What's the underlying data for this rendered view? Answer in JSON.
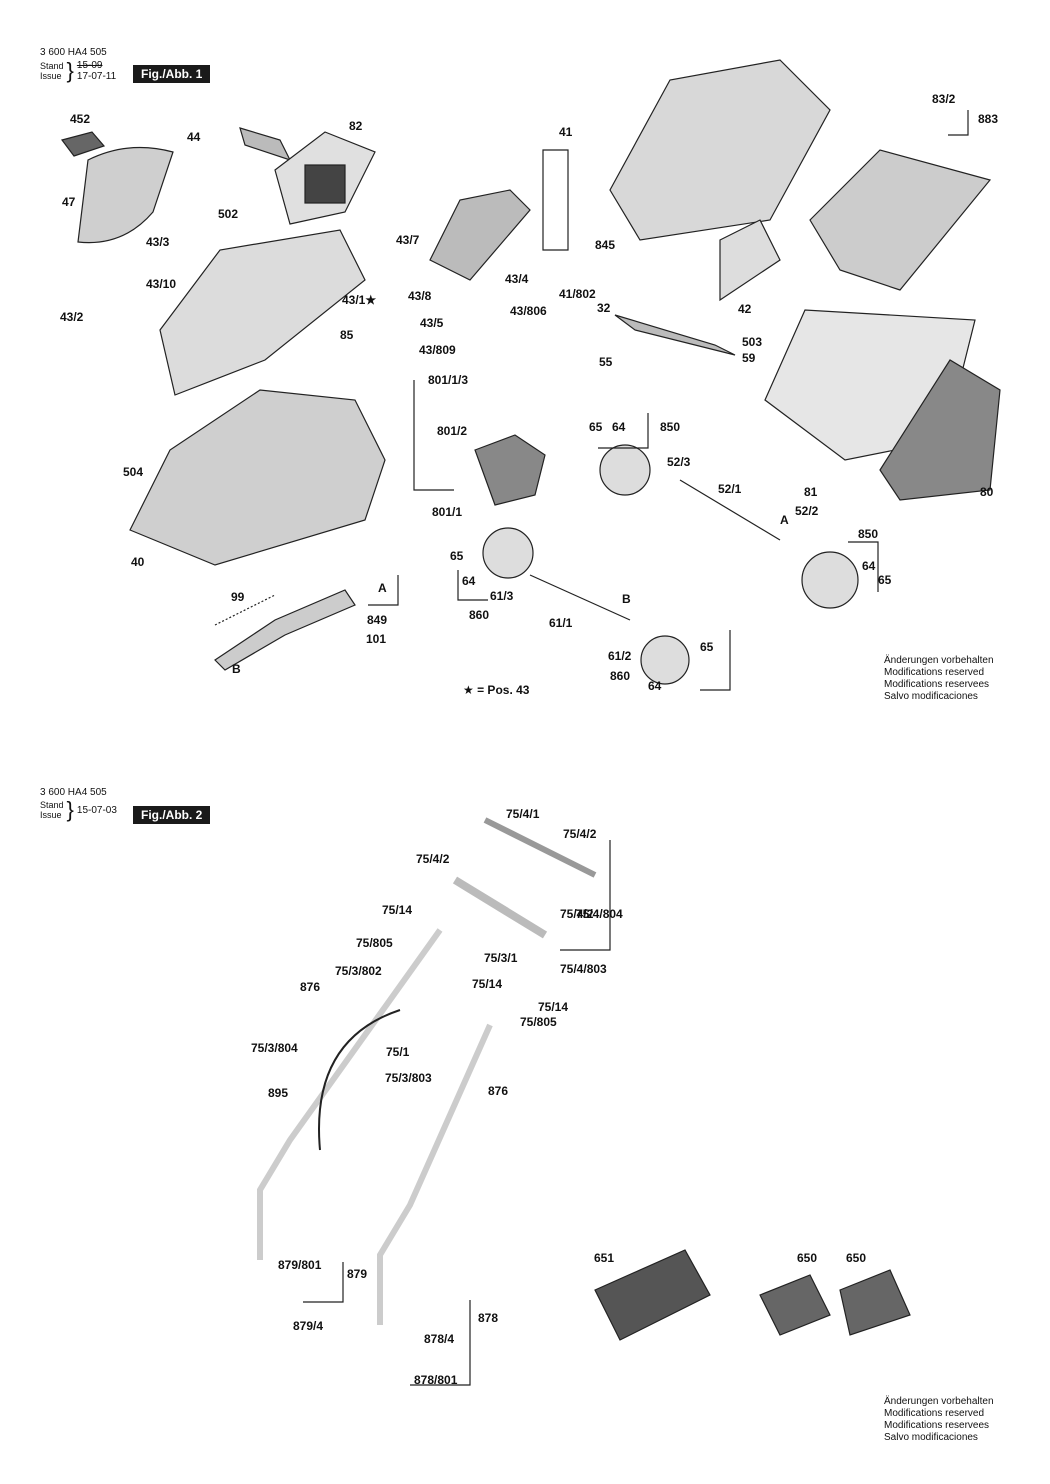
{
  "sheet1": {
    "code": "3 600 HA4 505",
    "stand_label": "Stand",
    "issue_label": "Issue",
    "old_date": "15-09",
    "date": "17-07-11",
    "fig_label": "Fig./Abb. 1",
    "pos_note": "★ = Pos. 43",
    "notes": [
      "Änderungen vorbehalten",
      "Modifications reserved",
      "Modifications reservees",
      "Salvo modificaciones"
    ],
    "labels": [
      "452",
      "44",
      "82",
      "47",
      "502",
      "43/3",
      "43/10",
      "43/1★",
      "43/2",
      "85",
      "504",
      "40",
      "99",
      "849",
      "101",
      "A",
      "B",
      "41",
      "83/2",
      "883",
      "43/7",
      "43/4",
      "43/8",
      "43/806",
      "43/5",
      "43/809",
      "845",
      "41/802",
      "32",
      "42",
      "503",
      "59",
      "55",
      "801/1/3",
      "801/2",
      "801/1",
      "65",
      "64",
      "850",
      "52/3",
      "52/1",
      "52/2",
      "81",
      "80",
      "A",
      "65",
      "64",
      "860",
      "61/3",
      "61/1",
      "B",
      "61/2",
      "850",
      "64",
      "65",
      "65",
      "860",
      "64"
    ]
  },
  "sheet2": {
    "code": "3 600 HA4 505",
    "stand_label": "Stand",
    "issue_label": "Issue",
    "date": "15-07-03",
    "fig_label": "Fig./Abb. 2",
    "notes": [
      "Änderungen vorbehalten",
      "Modifications reserved",
      "Modifications reservees",
      "Salvo modificaciones"
    ],
    "labels": [
      "75/4/1",
      "75/4/2",
      "75/4/2",
      "75/4/804",
      "75/14",
      "75/4/2",
      "75/805",
      "75/3/1",
      "75/3/802",
      "75/14",
      "75/4/803",
      "876",
      "75/14",
      "75/805",
      "75/3/804",
      "75/1",
      "75/3/803",
      "895",
      "876",
      "879/801",
      "879",
      "879/4",
      "878",
      "878/4",
      "878/801",
      "651",
      "650",
      "650"
    ]
  }
}
